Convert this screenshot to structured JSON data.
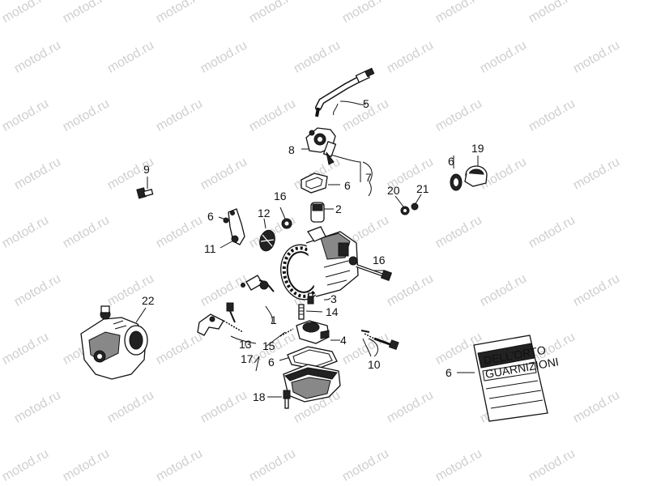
{
  "watermark": "motod.ru",
  "callouts": [
    "1",
    "2",
    "3",
    "4",
    "5",
    "6",
    "6",
    "6",
    "6",
    "6",
    "7",
    "8",
    "9",
    "10",
    "11",
    "12",
    "13",
    "14",
    "15",
    "16",
    "16",
    "17",
    "18",
    "19",
    "20",
    "21",
    "22"
  ],
  "kit_box": {
    "brand": "DELL'ORTO",
    "subtitle": "GUARNIZIONI"
  }
}
